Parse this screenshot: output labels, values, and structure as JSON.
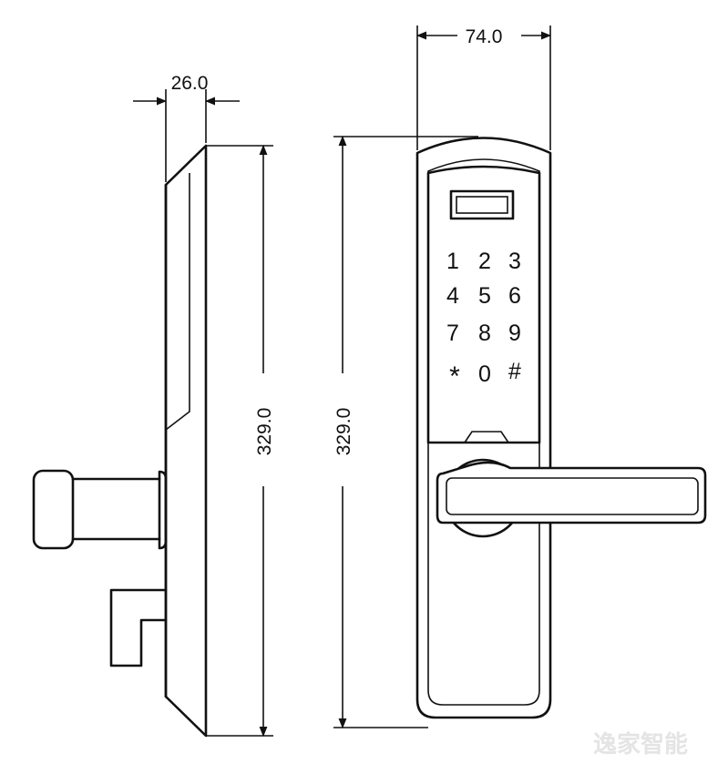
{
  "dimensions": {
    "side_thickness": "26.0",
    "side_height": "329.0",
    "front_width": "74.0",
    "front_height": "329.0"
  },
  "keypad": {
    "rows": [
      [
        "1",
        "2",
        "3"
      ],
      [
        "4",
        "5",
        "6"
      ],
      [
        "7",
        "8",
        "9"
      ],
      [
        "*",
        "0",
        "#"
      ]
    ]
  },
  "watermark": "逸家智能"
}
